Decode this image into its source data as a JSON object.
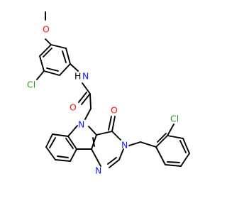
{
  "colors": {
    "background": "#ffffff",
    "bond": "#000000",
    "nitrogen": "#1a1aff",
    "oxygen": "#ff0d0d",
    "chlorine": "#1fa01f",
    "carbon": "#000000"
  },
  "atoms": {
    "o_methoxy": "O",
    "cl_left": "Cl",
    "n_amide": "N",
    "h_amide": "H",
    "o_amide": "O",
    "n_indole": "N",
    "o_ketone": "O",
    "n_pyr3": "N",
    "n_pyr1": "N",
    "cl_right": "Cl"
  }
}
